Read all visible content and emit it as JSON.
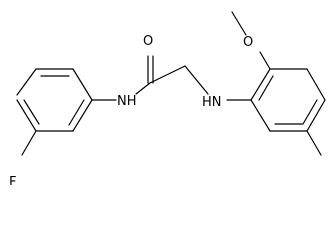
{
  "structure": {
    "atoms": {
      "fluorine": "F",
      "amide_nitrogen": "NH",
      "carbonyl_oxygen": "O",
      "amine_nitrogen": "HN",
      "methoxy_oxygen": "O"
    }
  }
}
